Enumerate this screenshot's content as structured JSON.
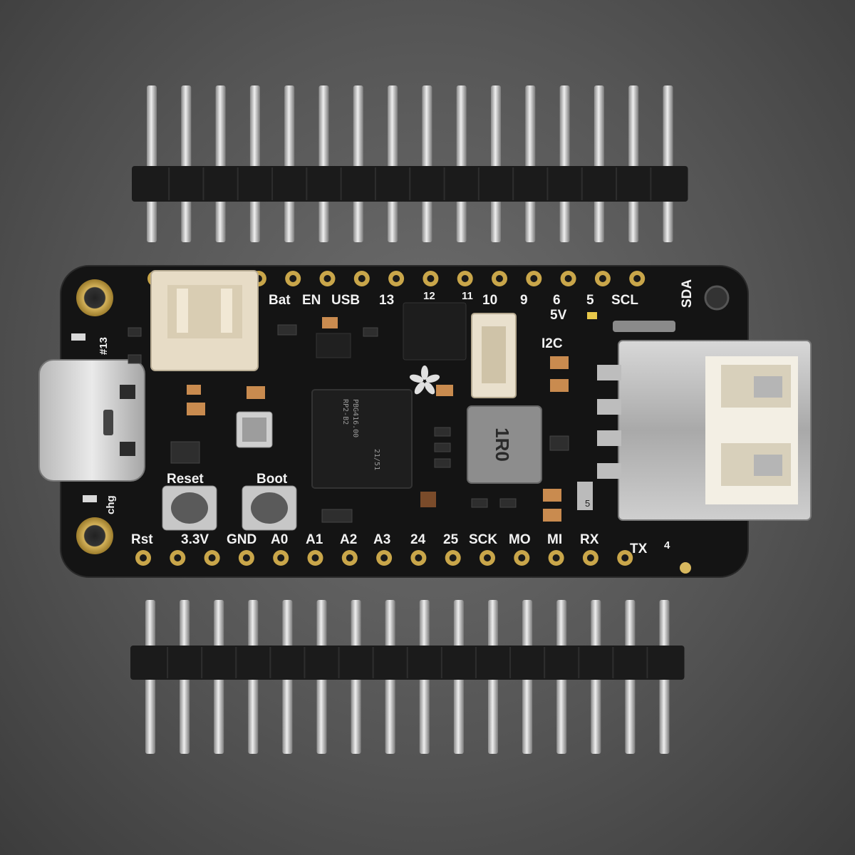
{
  "top_pin_labels": [
    "Bat",
    "EN",
    "USB",
    "13",
    "12",
    "11",
    "10",
    "9",
    "6",
    "5",
    "SCL",
    "SDA"
  ],
  "top_pin_extra": [
    "5V",
    "I2C"
  ],
  "bottom_pin_labels": [
    "Rst",
    "3.3V",
    "GND",
    "A0",
    "A1",
    "A2",
    "A3",
    "24",
    "25",
    "SCK",
    "MO",
    "MI",
    "RX",
    "TX",
    "4"
  ],
  "buttons": {
    "reset": "Reset",
    "boot": "Boot"
  },
  "board_marks": {
    "led_13": "#13",
    "chg": "chg",
    "inductor": "1R0",
    "five": "5"
  },
  "mcu": {
    "line1": "RP2-B2",
    "line2": "PBG416.00",
    "line3": "21/51"
  },
  "colors": {
    "pcb": "#141414",
    "pad": "#c9a64a",
    "pin": "#cfcfcf",
    "header": "#1b1b1b",
    "jst": "#e7dcc6"
  }
}
